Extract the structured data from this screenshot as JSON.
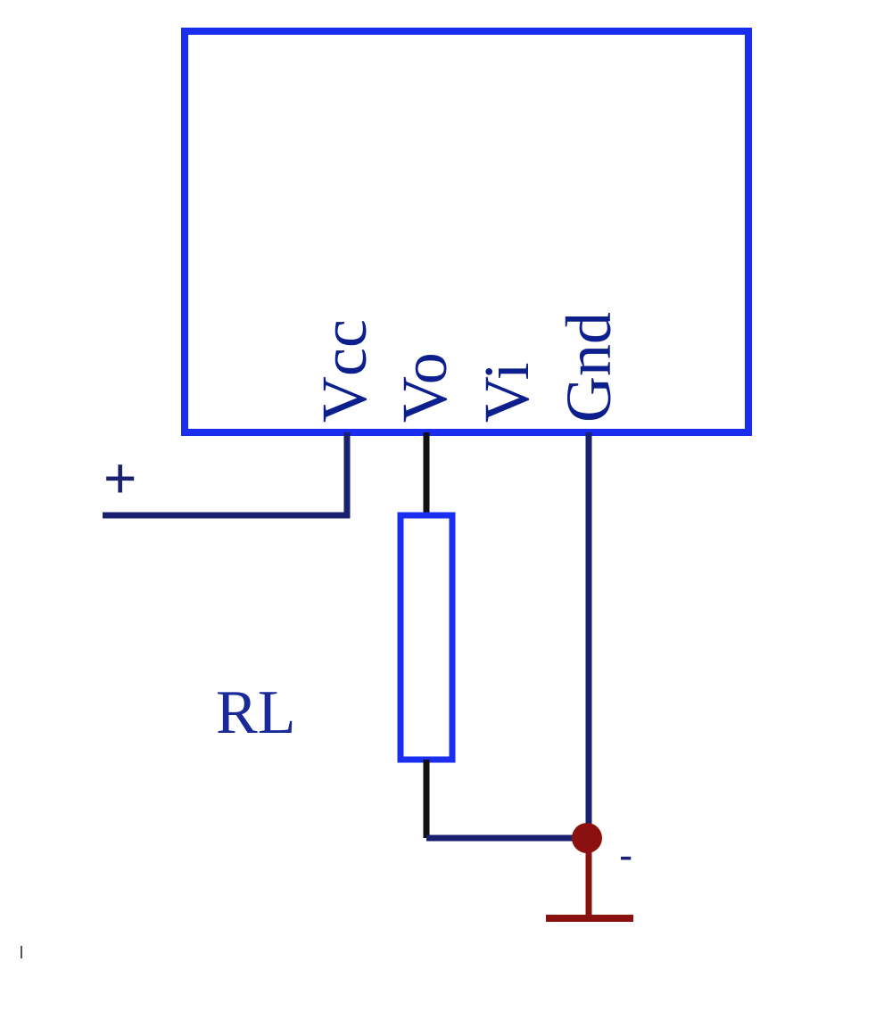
{
  "module": {
    "pins": [
      {
        "id": "vcc",
        "label": "Vcc"
      },
      {
        "id": "vo",
        "label": "Vo"
      },
      {
        "id": "vi",
        "label": "Vi"
      },
      {
        "id": "gnd",
        "label": "Gnd"
      }
    ]
  },
  "load": {
    "label": "RL"
  },
  "supply": {
    "positive": "+",
    "negative": "-"
  },
  "colors": {
    "module_outline": "#1a2ef0",
    "wire": "#1a2070",
    "wire_black": "#111111",
    "resistor_outline": "#1a2ef0",
    "ground": "#8b1010",
    "text": "#0d1f8c"
  }
}
